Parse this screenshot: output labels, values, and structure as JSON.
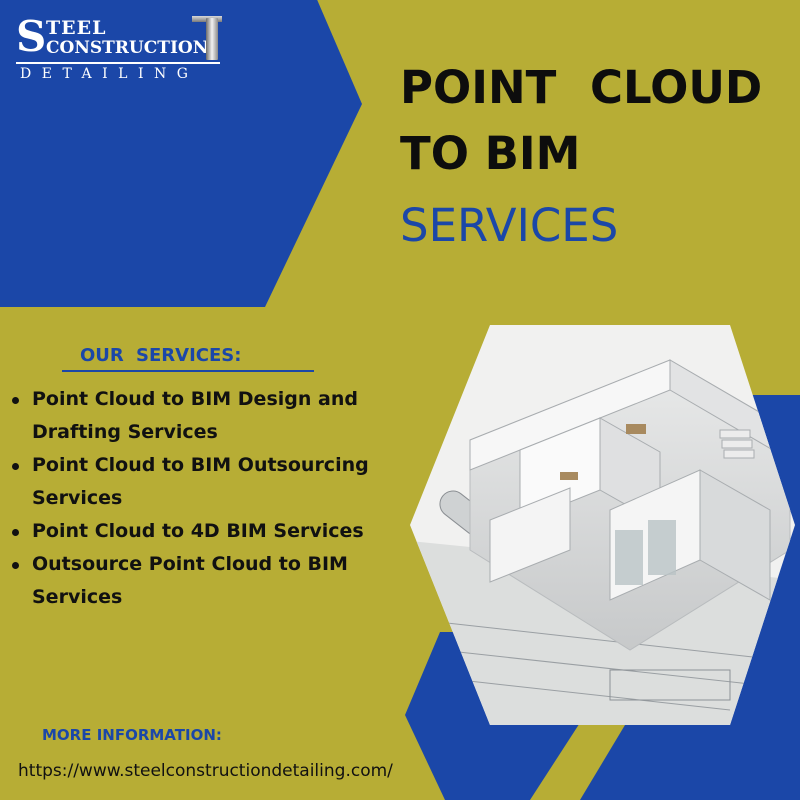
{
  "colors": {
    "background": "#b7ad35",
    "primary_blue": "#1b47a8",
    "title_black": "#0d0d0d",
    "white": "#ffffff"
  },
  "logo": {
    "initial": "S",
    "steel_rest": "TEEL",
    "construction_rest": "CONSTRUCTION",
    "detailing": "DETAILING"
  },
  "title": {
    "line1": "POINT CLOUD",
    "line2": "TO BIM",
    "line3": "SERVICES"
  },
  "services": {
    "heading": "OUR SERVICES:",
    "items": [
      "Point Cloud to BIM Design and Drafting Services",
      "Point Cloud to BIM Outsourcing Services",
      "Point Cloud to 4D BIM Services",
      "Outsource Point Cloud to BIM Services"
    ]
  },
  "footer": {
    "more_info": "MORE INFORMATION:",
    "url": "https://www.steelconstructiondetailing.com/"
  },
  "image": {
    "icon": "architectural-3d-house-model-image"
  }
}
